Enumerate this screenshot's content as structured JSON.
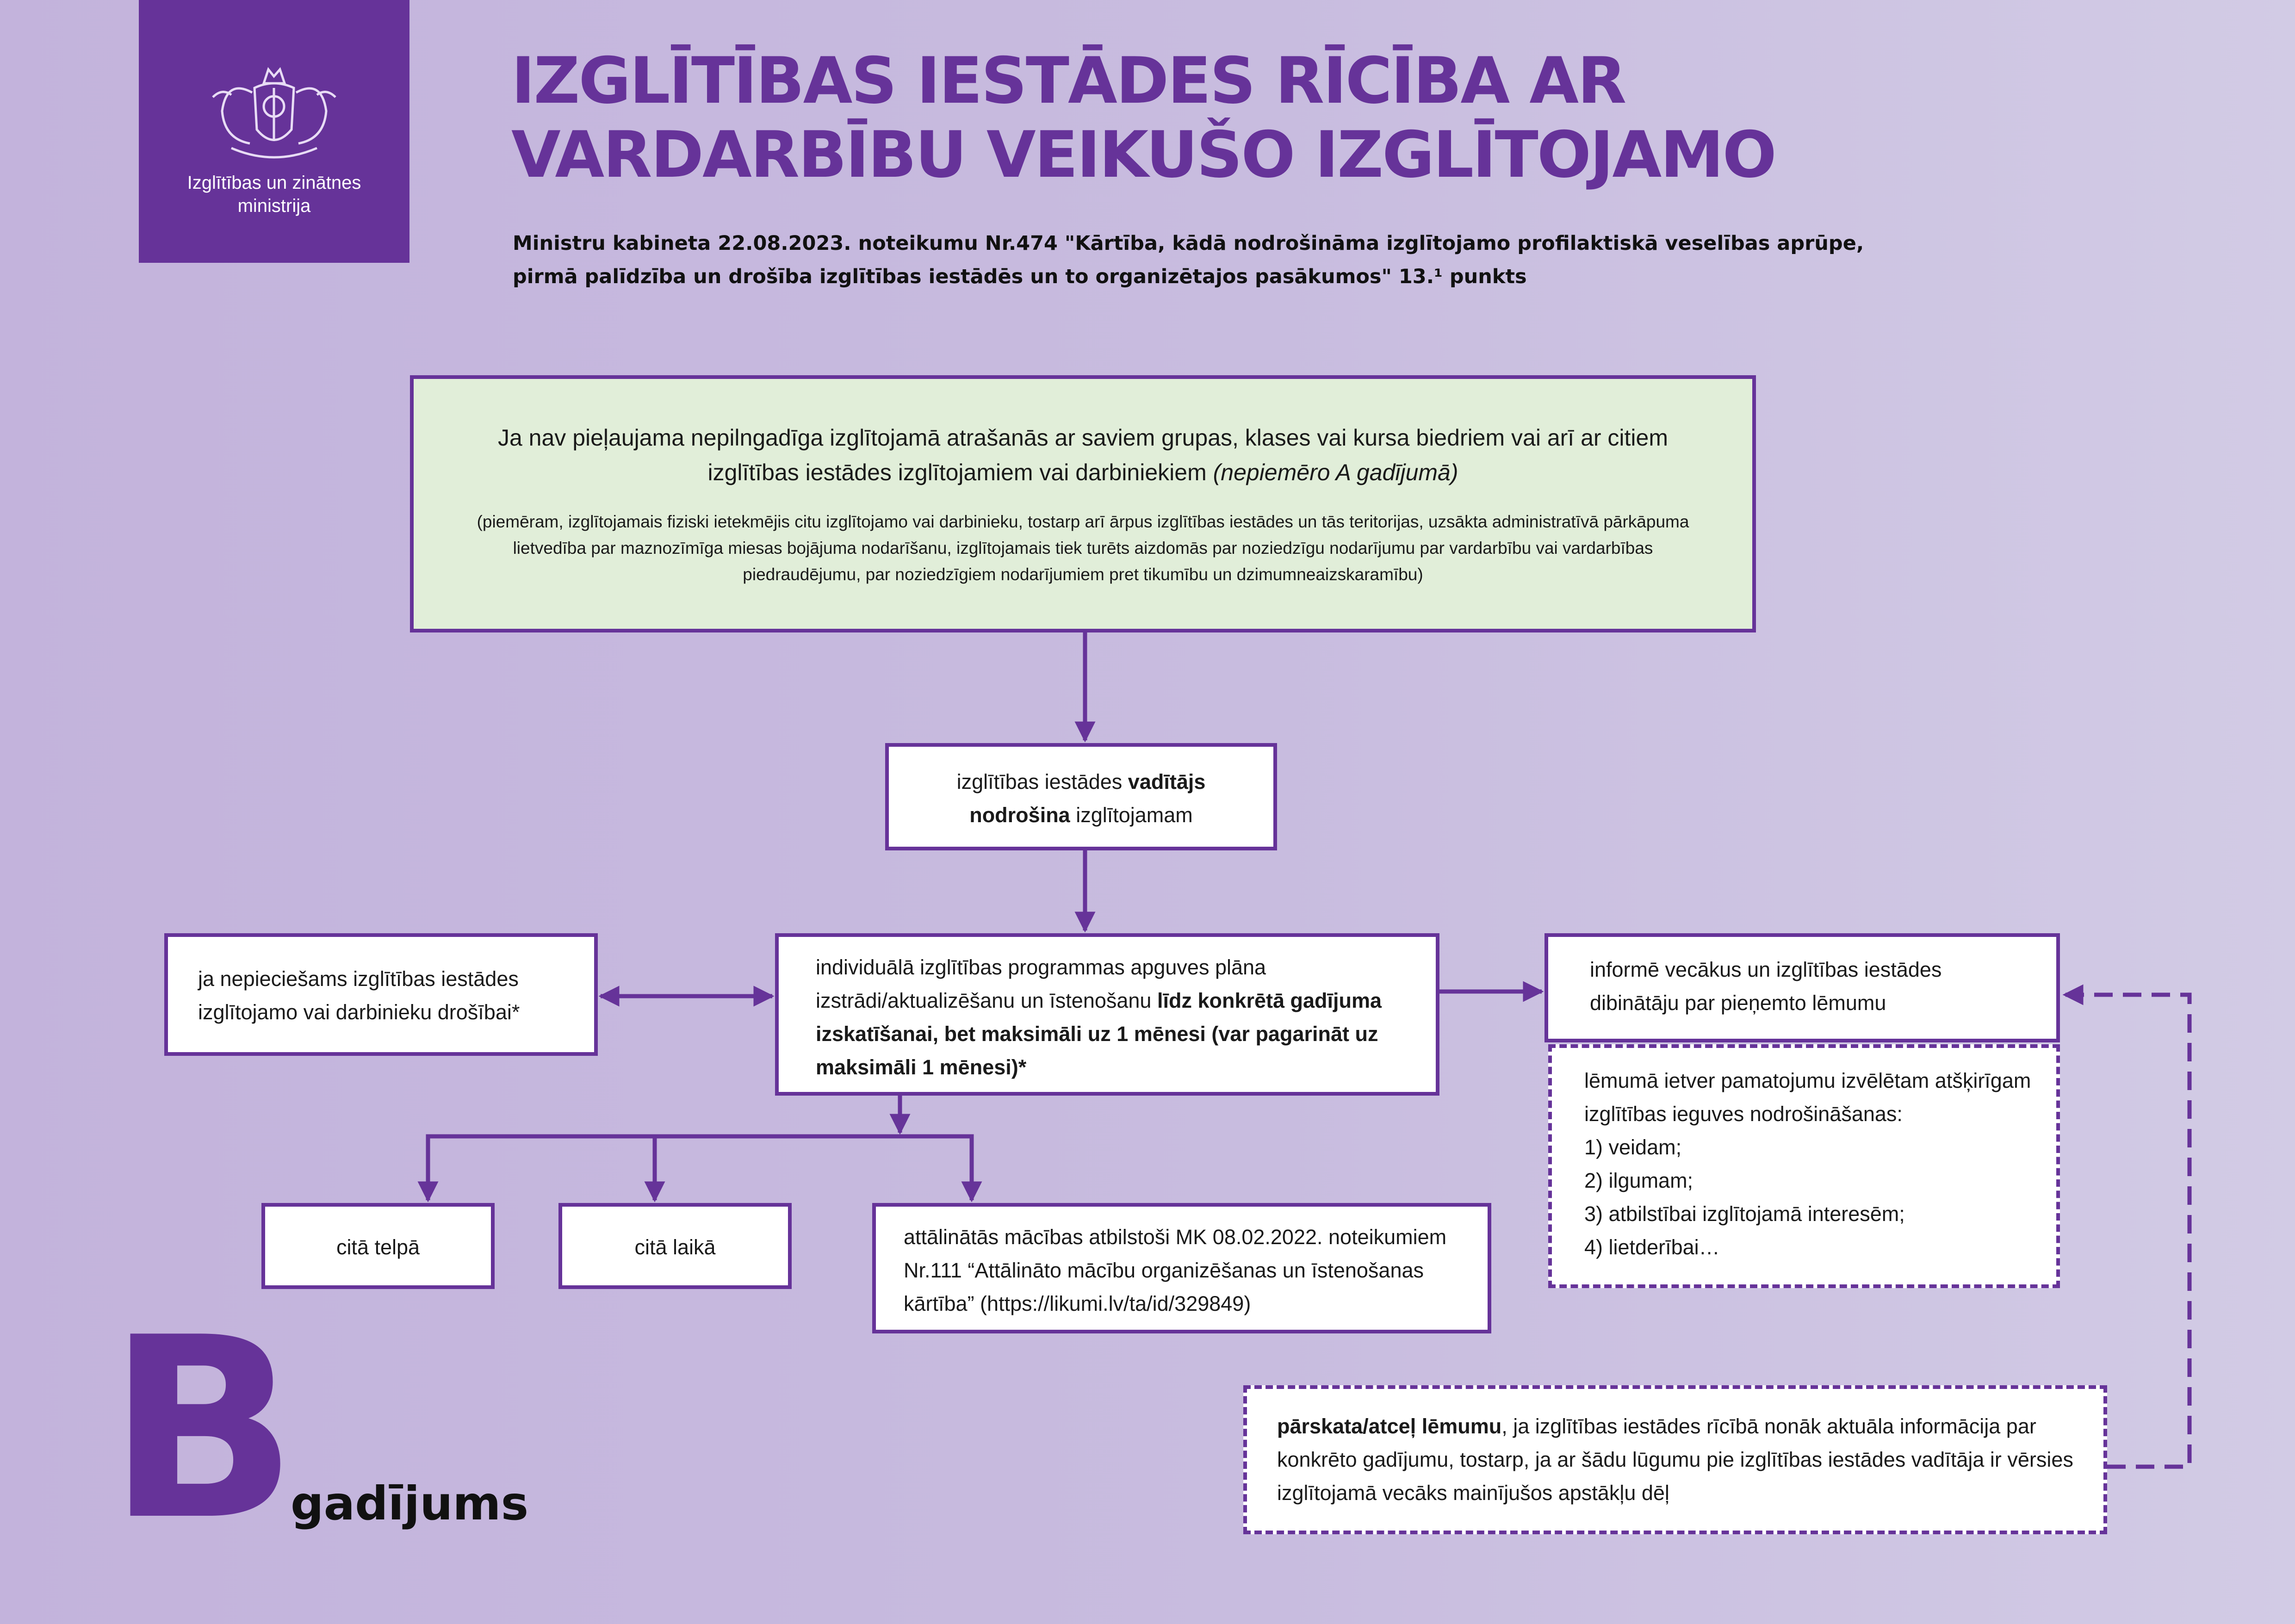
{
  "header": {
    "logo_text_line1": "Izglītības un zinātnes",
    "logo_text_line2": "ministrija",
    "title_line1": "IZGLĪTĪBAS IESTĀDES RĪCĪBA AR",
    "title_line2": "VARDARBĪBU VEIKUŠO IZGLĪTOJAMO",
    "subtitle_line1": "Ministru kabineta 22.08.2023. noteikumu Nr.474 \"Kārtība, kādā nodrošināma izglītojamo profilaktiskā veselības aprūpe,",
    "subtitle_line2": "pirmā palīdzība un drošība izglītības iestādēs un to organizētajos pasākumos\" 13.¹ punkts"
  },
  "diagram": {
    "top_box": {
      "main": "Ja nav pieļaujama nepilngadīga izglītojamā atrašanās ar saviem grupas, klases vai kursa biedriem vai arī ar citiem izglītības iestādes izglītojamiem vai darbiniekiem",
      "main_italic": "(nepiemēro A gadījumā)",
      "note": "(piemēram, izglītojamais fiziski ietekmējis citu izglītojamo vai darbinieku, tostarp arī ārpus izglītības iestādes un tās teritorijas, uzsākta administratīvā pārkāpuma lietvedība par maznozīmīga miesas bojājuma nodarīšanu, izglītojamais tiek turēts aizdomās par noziedzīgu nodarījumu par vardarbību vai vardarbības piedraudējumu, par noziedzīgiem nodarījumiem pret tikumību un dzimumneaizskaramību)"
    },
    "leader_box": {
      "pre": "izglītības iestādes ",
      "bold1": "vadītājs",
      "bold2": "nodrošina",
      "post": " izglītojamam"
    },
    "plan_box": {
      "text": "individuālā izglītības programmas apguves plāna izstrādi/aktualizēšanu un īstenošanu ",
      "bold": "līdz konkrētā gadījuma izskatīšanai, bet maksimāli uz 1 mēnesi (var pagarināt uz maksimāli 1 mēnesi)*"
    },
    "safety_box": "ja nepieciešams izglītības iestādes izglītojamo vai darbinieku drošībai*",
    "inform_box": "informē vecākus un izglītības iestādes dibinātāju par pieņemto lēmumu",
    "decision_box": {
      "intro": "lēmumā ietver pamatojumu izvēlētam atšķirīgam izglītības ieguves nodrošināšanas:",
      "items": [
        "1) veidam;",
        "2) ilgumam;",
        "3) atbilstībai izglītojamā interesēm;",
        "4) lietderībai…"
      ]
    },
    "room_box": "citā telpā",
    "time_box": "citā laikā",
    "remote_box": "attālinātās mācības atbilstoši MK 08.02.2022. noteikumiem Nr.111 “Attālināto mācību organizēšanas un īstenošanas kārtība” (https://likumi.lv/ta/id/329849)",
    "review_box": {
      "bold": "pārskata/atceļ lēmumu",
      "text": ", ja izglītības iestādes rīcībā nonāk aktuāla informācija par konkrēto gadījumu, tostarp, ja ar šādu lūgumu pie izglītības iestādes vadītāja ir vērsies izglītojamā vecāks mainījušos apstākļu dēļ"
    }
  },
  "case": {
    "letter": "B",
    "word": "gadījums"
  },
  "colors": {
    "accent": "#663399",
    "top_box_fill": "#e1eed9",
    "background": "#c6b8de"
  }
}
